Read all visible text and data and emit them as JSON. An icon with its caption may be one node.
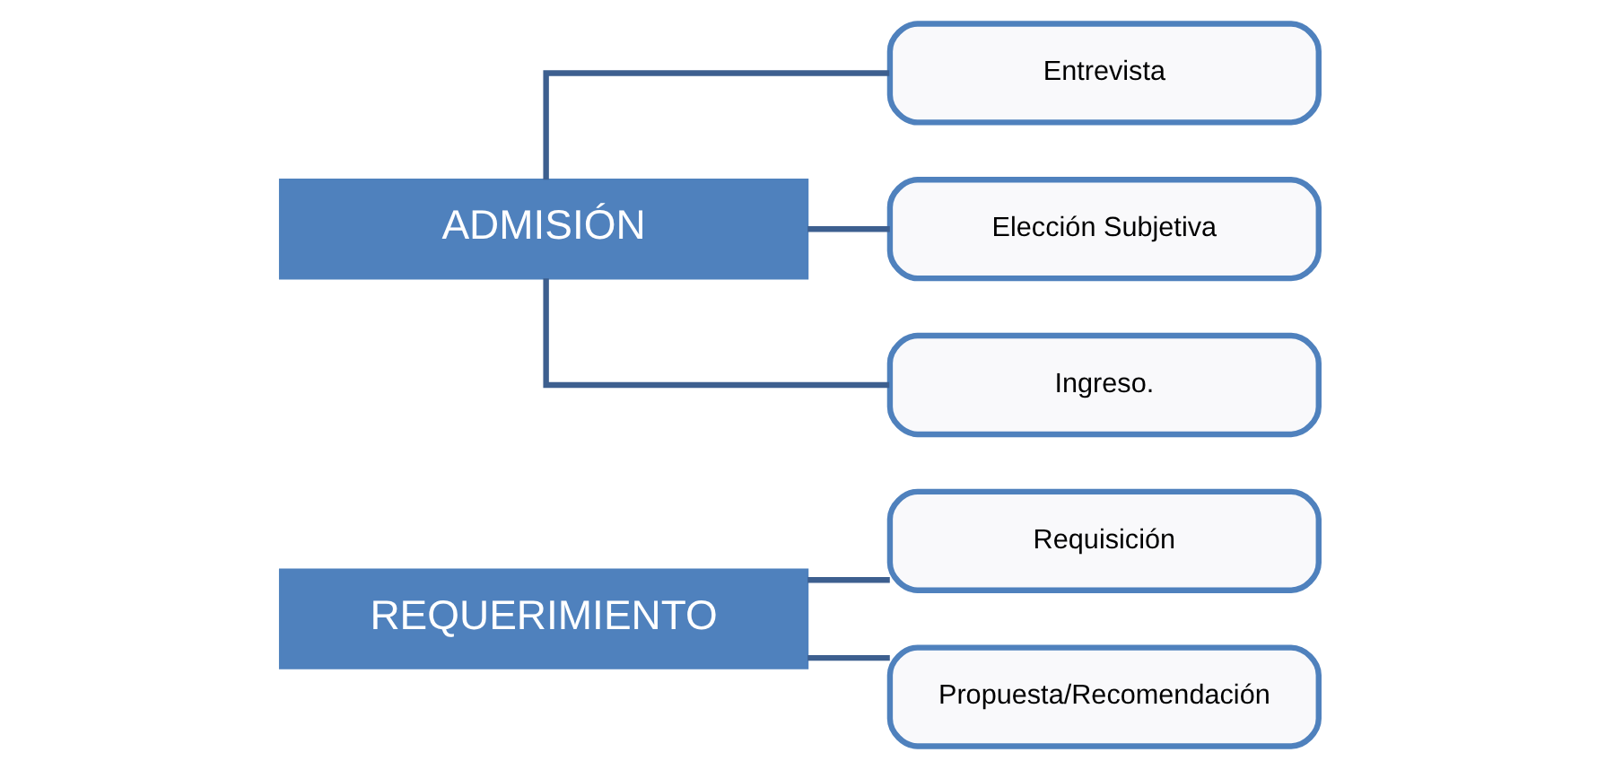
{
  "diagram": {
    "nodes": [
      {
        "text": [
          "REQUERIMIENTO"
        ]
      },
      {
        "text": [
          "Requisición"
        ]
      },
      {
        "text": [
          "Propuesta/Recomendación"
        ]
      },
      {
        "text": [
          "ADMISIÓN"
        ]
      },
      {
        "text": [
          "Entrevista"
        ]
      },
      {
        "text": [
          "Elección Subjetiva"
        ]
      },
      {
        "text": [
          "Ingreso."
        ]
      }
    ],
    "edges": [
      {
        "from": 0,
        "to": 1,
        "arrow": "none"
      },
      {
        "from": 0,
        "to": 2,
        "arrow": "none"
      },
      {
        "from": 3,
        "to": 4,
        "arrow": "none"
      },
      {
        "from": 3,
        "to": 5,
        "arrow": "none"
      },
      {
        "from": 3,
        "to": 6,
        "arrow": "none"
      }
    ]
  }
}
